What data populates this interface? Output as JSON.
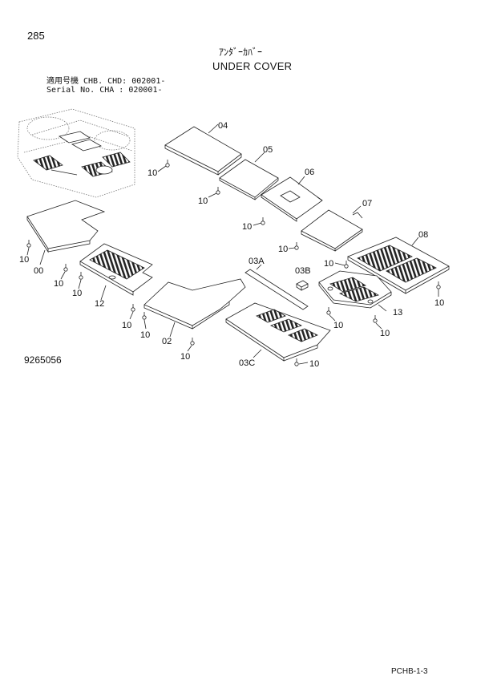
{
  "header": {
    "page_number": "285",
    "title_jp": "ｱﾝﾀﾞｰｶﾊﾞｰ",
    "title_en": "UNDER COVER",
    "serial_line_1": "適用号機  CHB. CHD: 002001-",
    "serial_line_2": "Serial No. CHA      : 020001-"
  },
  "callouts": {
    "p04": "04",
    "p05": "05",
    "p06": "06",
    "p07": "07",
    "p08": "08",
    "p00": "00",
    "p12": "12",
    "p02": "02",
    "p13": "13",
    "p03A": "03A",
    "p03B": "03B",
    "p03C": "03C",
    "p10": "10"
  },
  "footer": {
    "drawing_number": "9265056",
    "sheet_ref": "PCHB-1-3"
  }
}
